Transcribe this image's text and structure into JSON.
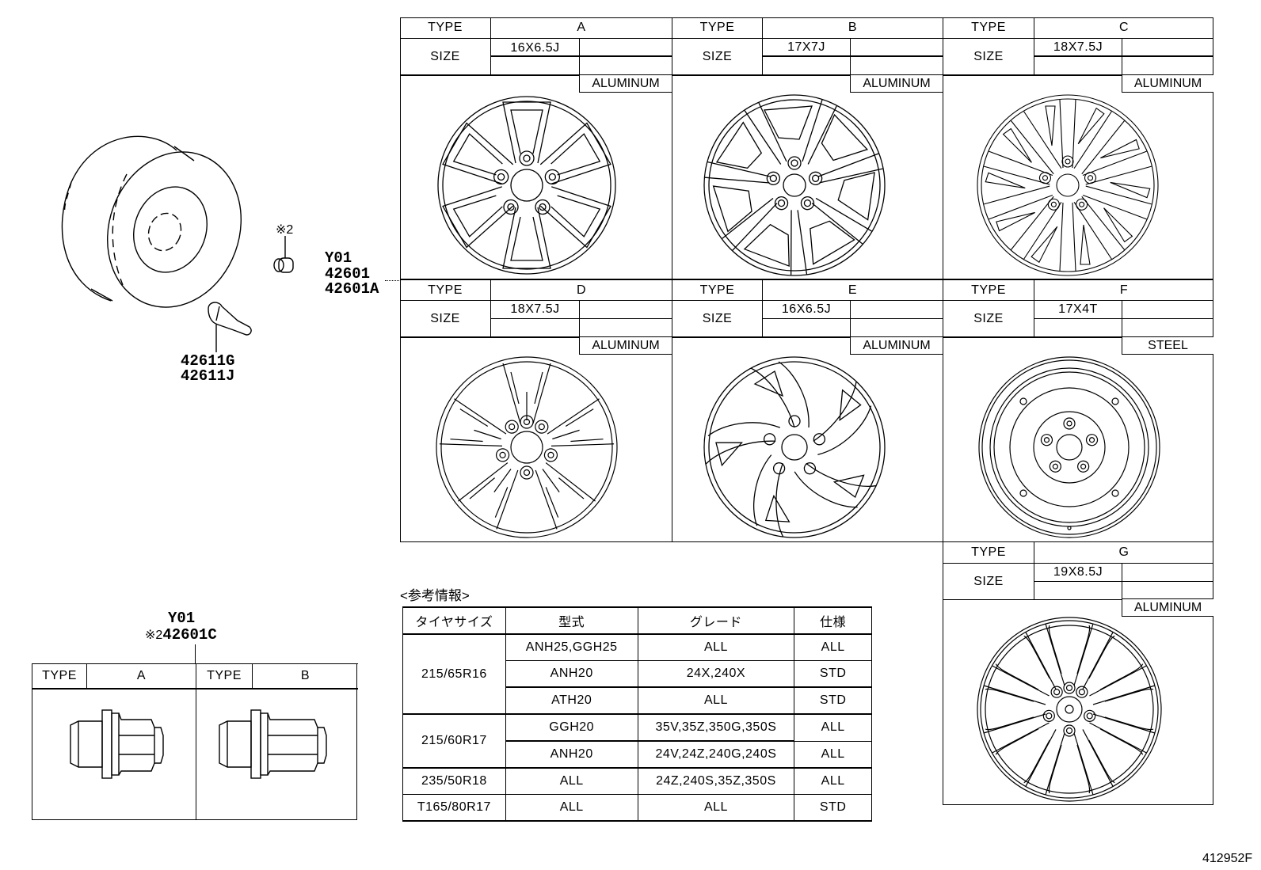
{
  "assembly": {
    "star_note": "※2",
    "code_group": "Y01",
    "part_numbers": [
      "42601",
      "42601A"
    ],
    "valve_parts": [
      "42611G",
      "42611J"
    ],
    "nut_group": "Y01",
    "nut_part_prefix": "※2",
    "nut_part": "42601C"
  },
  "wheel_types": [
    {
      "type_label": "TYPE",
      "type": "A",
      "size_label": "SIZE",
      "size": "16X6.5J",
      "material": "ALUMINUM",
      "spokes": 6
    },
    {
      "type_label": "TYPE",
      "type": "B",
      "size_label": "SIZE",
      "size": "17X7J",
      "material": "ALUMINUM",
      "spokes": 7
    },
    {
      "type_label": "TYPE",
      "type": "C",
      "size_label": "SIZE",
      "size": "18X7.5J",
      "material": "ALUMINUM",
      "spokes": 10
    },
    {
      "type_label": "TYPE",
      "type": "D",
      "size_label": "SIZE",
      "size": "18X7.5J",
      "material": "ALUMINUM",
      "spokes": 10
    },
    {
      "type_label": "TYPE",
      "type": "E",
      "size_label": "SIZE",
      "size": "16X6.5J",
      "material": "ALUMINUM",
      "spokes": 5
    },
    {
      "type_label": "TYPE",
      "type": "F",
      "size_label": "SIZE",
      "size": "17X4T",
      "material": "STEEL",
      "spokes": 0
    },
    {
      "type_label": "TYPE",
      "type": "G",
      "size_label": "SIZE",
      "size": "19X8.5J",
      "material": "ALUMINUM",
      "spokes": 8
    }
  ],
  "nut_types": [
    {
      "type_label": "TYPE",
      "type": "A"
    },
    {
      "type_label": "TYPE",
      "type": "B"
    }
  ],
  "reference": {
    "title": "<参考情報>",
    "headers": [
      "タイヤサイズ",
      "型式",
      "グレード",
      "仕様"
    ],
    "groups": [
      {
        "tire": "215/65R16",
        "rows": [
          {
            "model": "ANH25,GGH25",
            "grade": "ALL",
            "spec": "ALL"
          },
          {
            "model": "ANH20",
            "grade": "24X,240X",
            "spec": "STD"
          },
          {
            "model": "ATH20",
            "grade": "ALL",
            "spec": "STD"
          }
        ]
      },
      {
        "tire": "215/60R17",
        "rows": [
          {
            "model": "GGH20",
            "grade": "35V,35Z,350G,350S",
            "spec": "ALL"
          },
          {
            "model": "ANH20",
            "grade": "24V,24Z,240G,240S",
            "spec": "ALL"
          }
        ]
      },
      {
        "tire": "235/50R18",
        "rows": [
          {
            "model": "ALL",
            "grade": "24Z,240S,35Z,350S",
            "spec": "ALL"
          }
        ]
      },
      {
        "tire": "T165/80R17",
        "rows": [
          {
            "model": "ALL",
            "grade": "ALL",
            "spec": "STD"
          }
        ]
      }
    ]
  },
  "figure_id": "412952F"
}
